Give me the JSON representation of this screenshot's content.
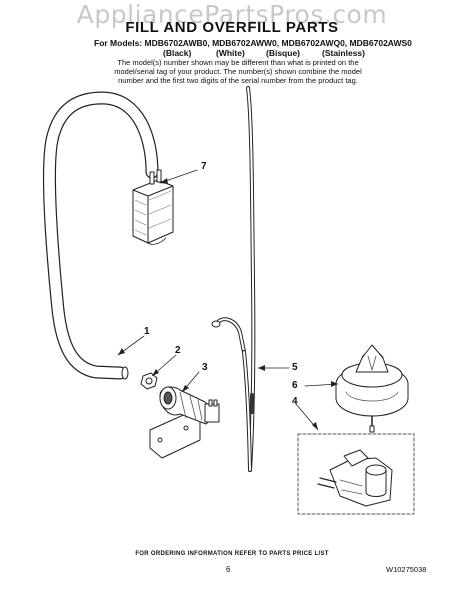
{
  "watermark": "AppliancePartsPros.com",
  "title": "FILL AND OVERFILL PARTS",
  "models_line": "For Models: MDB6702AWB0, MDB6702AWW0, MDB6702AWQ0, MDB6702AWS0",
  "colors": [
    "(Black)",
    "(White)",
    "(Bisque)",
    "(Stainless)"
  ],
  "note_lines": [
    "The model(s) number shown may be different than what is printed on the",
    "model/serial tag of your product. The number(s) shown combine the model",
    "number and the first two digits of the serial number from the product tag."
  ],
  "callouts": [
    "7",
    "1",
    "2",
    "3",
    "5",
    "6",
    "4"
  ],
  "footer": "FOR ORDERING INFORMATION REFER TO PARTS PRICE LIST",
  "page_number": "6",
  "doc_number": "W10275038"
}
